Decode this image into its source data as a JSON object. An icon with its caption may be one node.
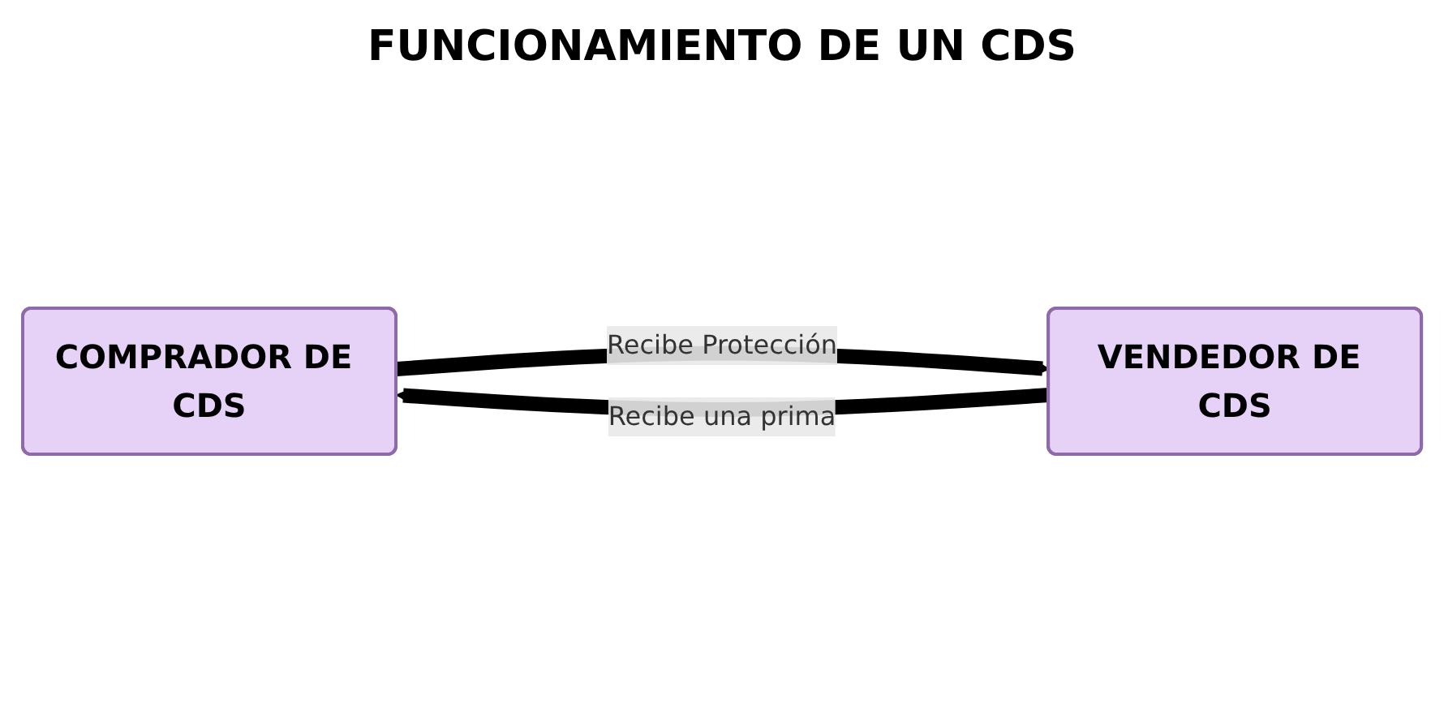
{
  "diagram": {
    "title": "FUNCIONAMIENTO DE UN CDS",
    "nodes": [
      {
        "text": [
          "COMPRADOR DE CDS"
        ]
      },
      {
        "text": [
          "VENDEDOR DE CDS"
        ]
      }
    ],
    "edges": [
      {
        "from": 0,
        "to": 1,
        "arrow": "to",
        "label": "Recibe Protección"
      },
      {
        "from": 1,
        "to": 0,
        "arrow": "to",
        "label": "Recibe una prima"
      }
    ]
  }
}
